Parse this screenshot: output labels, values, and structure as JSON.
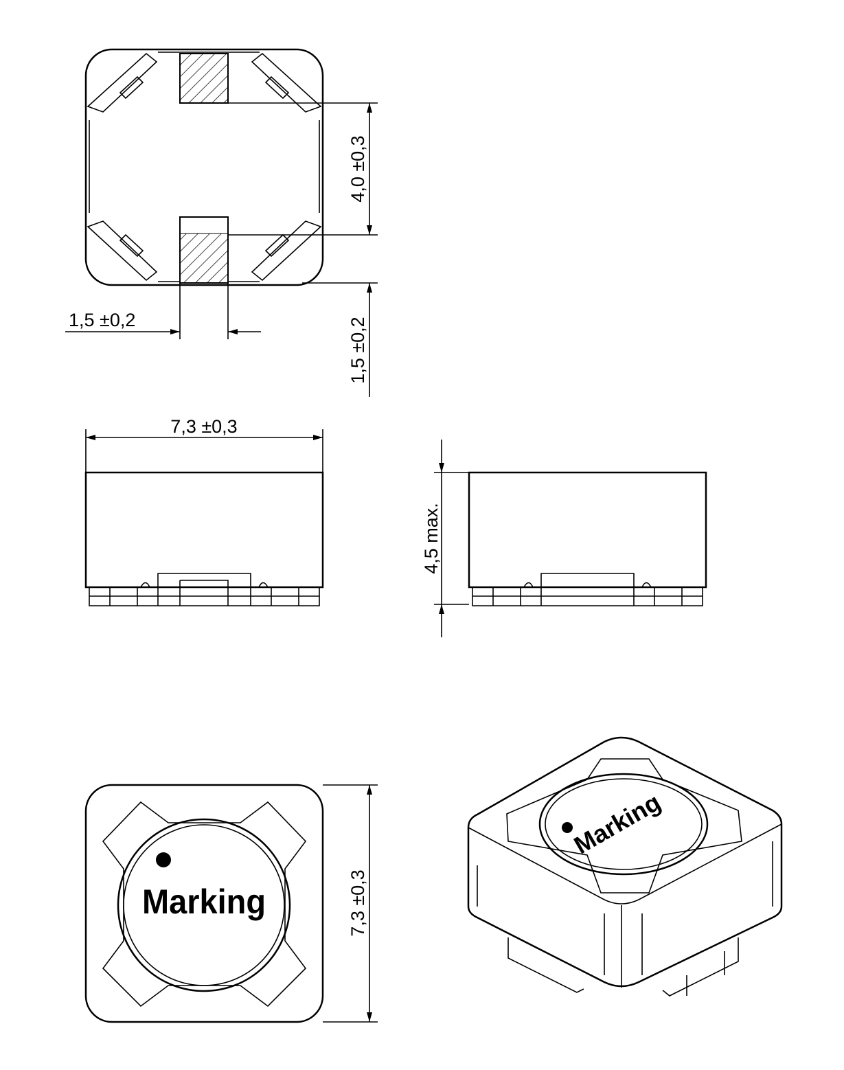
{
  "bottom_view": {
    "pad_spacing_label": "4,0 ±0,3",
    "pad_width_label": "1,5 ±0,2",
    "pad_length_label": "1,5 ±0,2"
  },
  "front_view": {
    "width_label": "7,3 ±0,3"
  },
  "side_view": {
    "height_label": "4,5 max."
  },
  "top_view": {
    "marking_text": "Marking",
    "size_label": "7,3 ±0,3"
  },
  "iso_view": {
    "marking_text": "Marking"
  },
  "colors": {
    "line": "#000000",
    "background": "#ffffff"
  }
}
